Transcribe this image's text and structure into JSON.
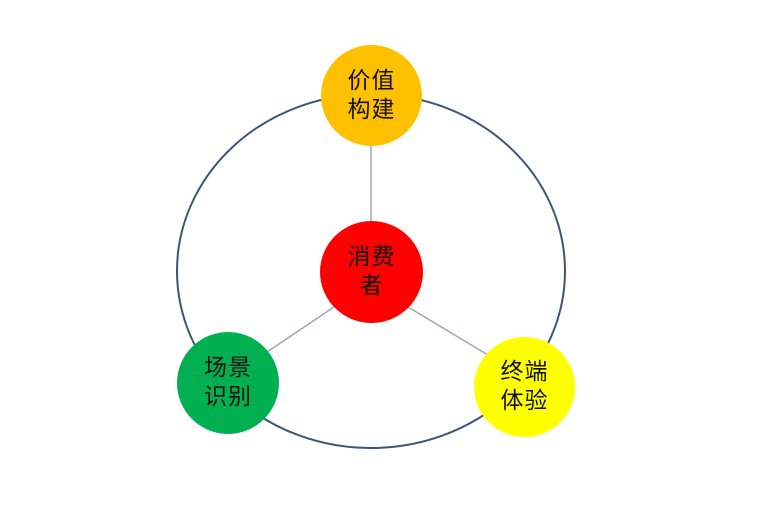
{
  "diagram": {
    "colors": {
      "ring": "#3f5578",
      "connector": "#9aa6bd"
    },
    "center": {
      "lines": [
        "消费",
        "者"
      ],
      "color": "#ff0000"
    },
    "nodes": [
      {
        "id": "value",
        "lines": [
          "价值",
          "构建"
        ],
        "color": "#ffc000"
      },
      {
        "id": "scene",
        "lines": [
          "场景",
          "识别"
        ],
        "color": "#00b050"
      },
      {
        "id": "terminal",
        "lines": [
          "终端",
          "体验"
        ],
        "color": "#ffff00"
      }
    ]
  }
}
